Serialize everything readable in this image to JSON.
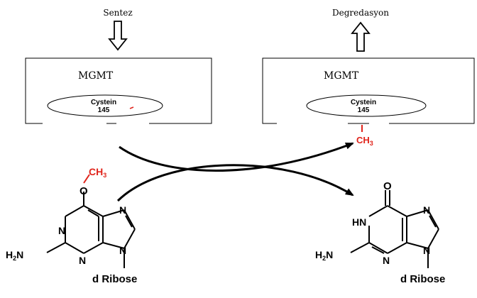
{
  "labels": {
    "synthesis": "Sentez",
    "degradation": "Degredasyon",
    "enzyme": "MGMT",
    "cysteine": "Cystein",
    "cysteine_position": "145",
    "methyl": "CH",
    "methyl_sub": "3",
    "ribose": "d Ribose"
  },
  "left_molecule": {
    "amino": "H",
    "amino_sub": "2",
    "amino_n": "N",
    "ring_n_labels": [
      "N",
      "N",
      "N",
      "N"
    ],
    "oxygen": "O"
  },
  "right_molecule": {
    "amino": "H",
    "amino_sub": "2",
    "amino_n": "N",
    "hn": "HN",
    "ring_n_labels": [
      "N",
      "N",
      "N"
    ],
    "oxygen": "O"
  },
  "colors": {
    "methyl_red": "#e0241b",
    "ink": "#000000"
  }
}
